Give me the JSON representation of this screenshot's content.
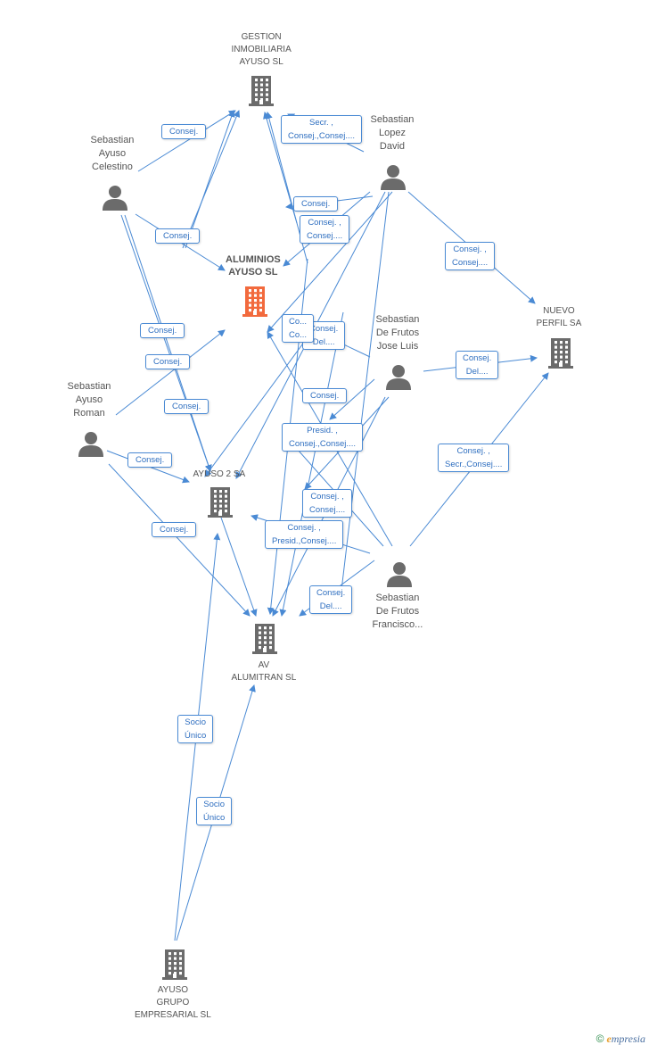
{
  "colors": {
    "edge": "#4a8ad4",
    "label_text": "#2f6fc0",
    "company_icon": "#6b6b6b",
    "focus_icon": "#f26a3d",
    "person_icon": "#6b6b6b",
    "node_text": "#555555"
  },
  "nodes": {
    "gestion": {
      "kind": "company",
      "lines": [
        "GESTION",
        "INMOBILIARIA",
        "AYUSO SL"
      ]
    },
    "aluminios": {
      "kind": "focus",
      "lines": [
        "ALUMINIOS",
        "AYUSO SL"
      ]
    },
    "nuevo": {
      "kind": "company",
      "lines": [
        "NUEVO",
        "PERFIL SA"
      ]
    },
    "ayuso2": {
      "kind": "company",
      "lines": [
        "AYUSO 2 SA"
      ]
    },
    "av": {
      "kind": "company",
      "lines": [
        "AV",
        "ALUMITRAN SL"
      ]
    },
    "grupo": {
      "kind": "company",
      "lines": [
        "AYUSO",
        "GRUPO",
        "EMPRESARIAL SL"
      ]
    },
    "celestino": {
      "kind": "person",
      "lines": [
        "Sebastian",
        "Ayuso",
        "Celestino"
      ]
    },
    "lopez": {
      "kind": "person",
      "lines": [
        "Sebastian",
        "Lopez",
        "David"
      ]
    },
    "roman": {
      "kind": "person",
      "lines": [
        "Sebastian",
        "Ayuso",
        "Roman"
      ]
    },
    "joseluis": {
      "kind": "person",
      "lines": [
        "Sebastian",
        "De Frutos",
        "Jose Luis"
      ]
    },
    "francisco": {
      "kind": "person",
      "lines": [
        "Sebastian",
        "De Frutos",
        "Francisco..."
      ]
    }
  },
  "edge_labels": [
    {
      "id": "l1",
      "lines": [
        "Consej."
      ]
    },
    {
      "id": "l2",
      "lines": [
        "Secr. ,",
        "Consej.,Consej...."
      ]
    },
    {
      "id": "l3",
      "lines": [
        "Consej."
      ]
    },
    {
      "id": "l4",
      "lines": [
        "Consej."
      ]
    },
    {
      "id": "l5",
      "lines": [
        "Consej. ,",
        "Consej...."
      ]
    },
    {
      "id": "l6",
      "lines": [
        "Consej. ,",
        "Consej...."
      ]
    },
    {
      "id": "l7",
      "lines": [
        "Consej."
      ]
    },
    {
      "id": "l8",
      "lines": [
        "Consej.",
        "Del...."
      ]
    },
    {
      "id": "l8b",
      "lines": [
        "Co...",
        "Co..."
      ]
    },
    {
      "id": "l9",
      "lines": [
        "Consej."
      ]
    },
    {
      "id": "l10",
      "lines": [
        "Consej.",
        "Del...."
      ]
    },
    {
      "id": "l11",
      "lines": [
        "Consej."
      ]
    },
    {
      "id": "l12",
      "lines": [
        "Consej."
      ]
    },
    {
      "id": "l13",
      "lines": [
        "Presid. ,",
        "Consej.,Consej...."
      ]
    },
    {
      "id": "l14",
      "lines": [
        "Consej."
      ]
    },
    {
      "id": "l15",
      "lines": [
        "Consej. ,",
        "Secr.,Consej...."
      ]
    },
    {
      "id": "l16",
      "lines": [
        "Consej. ,",
        "Consej...."
      ]
    },
    {
      "id": "l17",
      "lines": [
        "Consej."
      ]
    },
    {
      "id": "l18",
      "lines": [
        "Consej. ,",
        "Presid.,Consej...."
      ]
    },
    {
      "id": "l19",
      "lines": [
        "Consej.",
        "Del...."
      ]
    },
    {
      "id": "l20",
      "lines": [
        "Socio",
        "Único"
      ]
    },
    {
      "id": "l21",
      "lines": [
        "Socio",
        "Único"
      ]
    }
  ],
  "brand": {
    "copyright": "©",
    "e": "e",
    "rest": "mpresia"
  }
}
